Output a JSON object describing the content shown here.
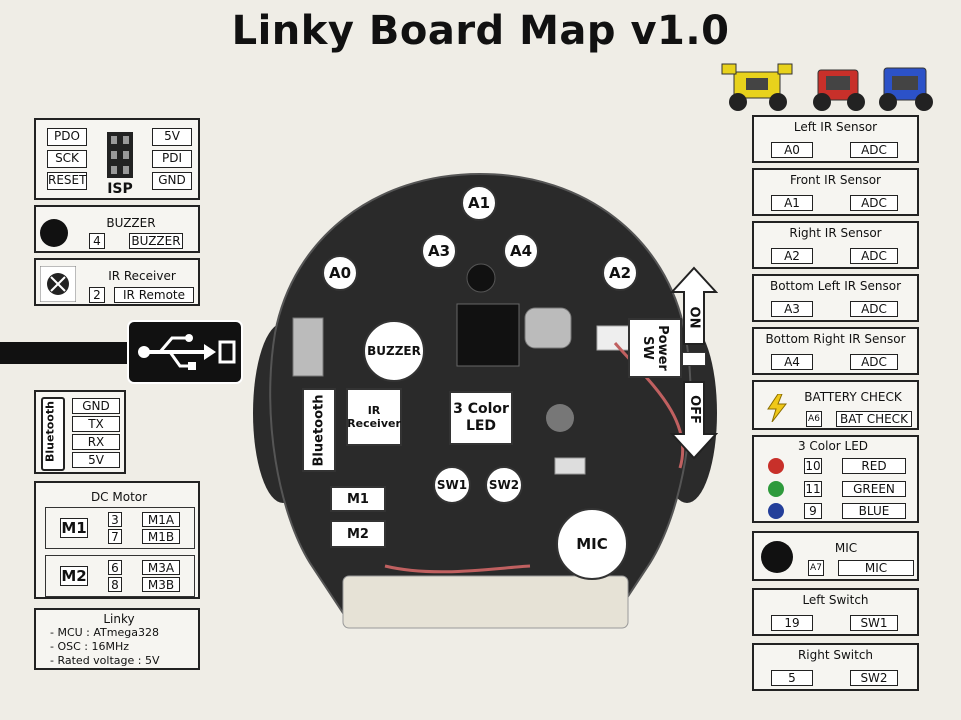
{
  "title": "Linky Board Map v1.0",
  "colors": {
    "red": "#c8302a",
    "green": "#2e9a3c",
    "blue": "#243f9a",
    "board": "#2a2a2a",
    "background": "#efede6"
  },
  "isp": {
    "label": "ISP",
    "pins": [
      "PDO",
      "SCK",
      "RESET",
      "5V",
      "PDI",
      "GND"
    ]
  },
  "buzzer_panel": {
    "title": "BUZZER",
    "pin": "4",
    "name": "BUZZER"
  },
  "ir_receiver_panel": {
    "title": "IR Receiver",
    "pin": "2",
    "name": "IR Remote"
  },
  "usb": {
    "icon": "usb-icon"
  },
  "bluetooth_panel": {
    "label": "Bluetooth",
    "pins": [
      "GND",
      "TX",
      "RX",
      "5V"
    ]
  },
  "dc_motor": {
    "title": "DC Motor",
    "motors": [
      {
        "name": "M1",
        "pins": [
          "3",
          "7"
        ],
        "labels": [
          "M1A",
          "M1B"
        ]
      },
      {
        "name": "M2",
        "pins": [
          "6",
          "8"
        ],
        "labels": [
          "M3A",
          "M3B"
        ]
      }
    ]
  },
  "linky": {
    "title": "Linky",
    "lines": [
      "- MCU : ATmega328",
      "- OSC : 16MHz",
      "- Rated voltage : 5V"
    ]
  },
  "board": {
    "a0": "A0",
    "a1": "A1",
    "a2": "A2",
    "a3": "A3",
    "a4": "A4",
    "buzzer": "BUZZER",
    "ir_receiver": "IR Receiver",
    "led": "3 Color LED",
    "bluetooth": "Bluetooth",
    "sw1": "SW1",
    "sw2": "SW2",
    "m1": "M1",
    "m2": "M2",
    "mic": "MIC",
    "power_sw": "Power SW",
    "on": "ON",
    "off": "OFF"
  },
  "sensors": [
    {
      "title": "Left  IR Sensor",
      "pin": "A0",
      "type": "ADC"
    },
    {
      "title": "Front IR Sensor",
      "pin": "A1",
      "type": "ADC"
    },
    {
      "title": "Right IR Sensor",
      "pin": "A2",
      "type": "ADC"
    },
    {
      "title": "Bottom Left  IR Sensor",
      "pin": "A3",
      "type": "ADC"
    },
    {
      "title": "Bottom Right IR Sensor",
      "pin": "A4",
      "type": "ADC"
    }
  ],
  "battery": {
    "title": "BATTERY  CHECK",
    "pin": "A6",
    "name": "BAT CHECK"
  },
  "led_panel": {
    "title": "3 Color LED",
    "rows": [
      {
        "pin": "10",
        "name": "RED"
      },
      {
        "pin": "11",
        "name": "GREEN"
      },
      {
        "pin": "9",
        "name": "BLUE"
      }
    ]
  },
  "mic_panel": {
    "title": "MIC",
    "pin": "A7",
    "name": "MIC"
  },
  "left_switch": {
    "title": "Left Switch",
    "pin": "19",
    "name": "SW1"
  },
  "right_switch": {
    "title": "Right Switch",
    "pin": "5",
    "name": "SW2"
  }
}
